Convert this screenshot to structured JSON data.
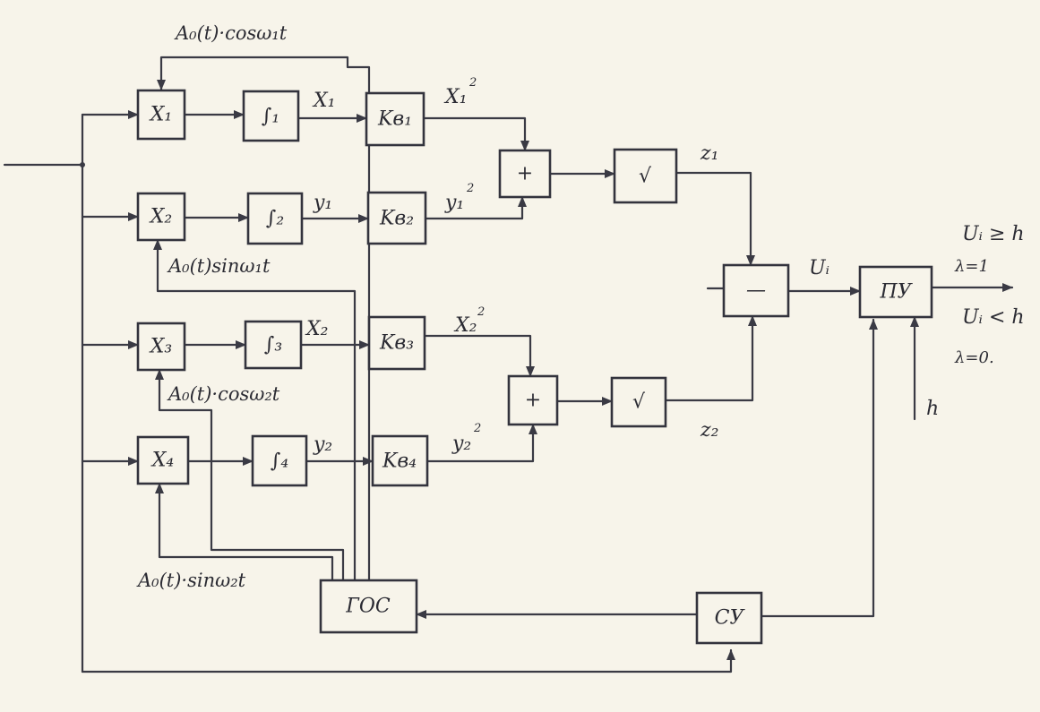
{
  "blocks": {
    "mult1": "X₁",
    "mult2": "X₂",
    "mult3": "X₃",
    "mult4": "X₄",
    "int1": "∫₁",
    "int2": "∫₂",
    "int3": "∫₃",
    "int4": "∫₄",
    "kv1": "Kв₁",
    "kv2": "Kв₂",
    "kv3": "Kв₃",
    "kv4": "Kв₄",
    "sum1": "+",
    "sum2": "+",
    "sqrt1": "√",
    "sqrt2": "√",
    "sub": "—",
    "pu": "ПУ",
    "gos": "ГОС",
    "su": "СУ"
  },
  "signals": {
    "ref1": "A₀(t)·cosω₁t",
    "ref2": "A₀(t)sinω₁t",
    "ref3": "A₀(t)·cosω₂t",
    "ref4": "A₀(t)·sinω₂t",
    "x1": "X₁",
    "y1": "y₁",
    "x2": "X₂",
    "y2": "y₂",
    "x1sq_base": "X₁",
    "y1sq_base": "y₁",
    "x2sq_base": "X₂",
    "y2sq_base": "y₂",
    "sq_exp": "2",
    "z1": "z₁",
    "z2": "z₂",
    "ui": "Uᵢ",
    "h_input": "h"
  },
  "decision": {
    "cond_true": "Uᵢ ≥ h",
    "out_true": "λ=1",
    "cond_false": "Uᵢ < h",
    "out_false": "λ=0."
  }
}
